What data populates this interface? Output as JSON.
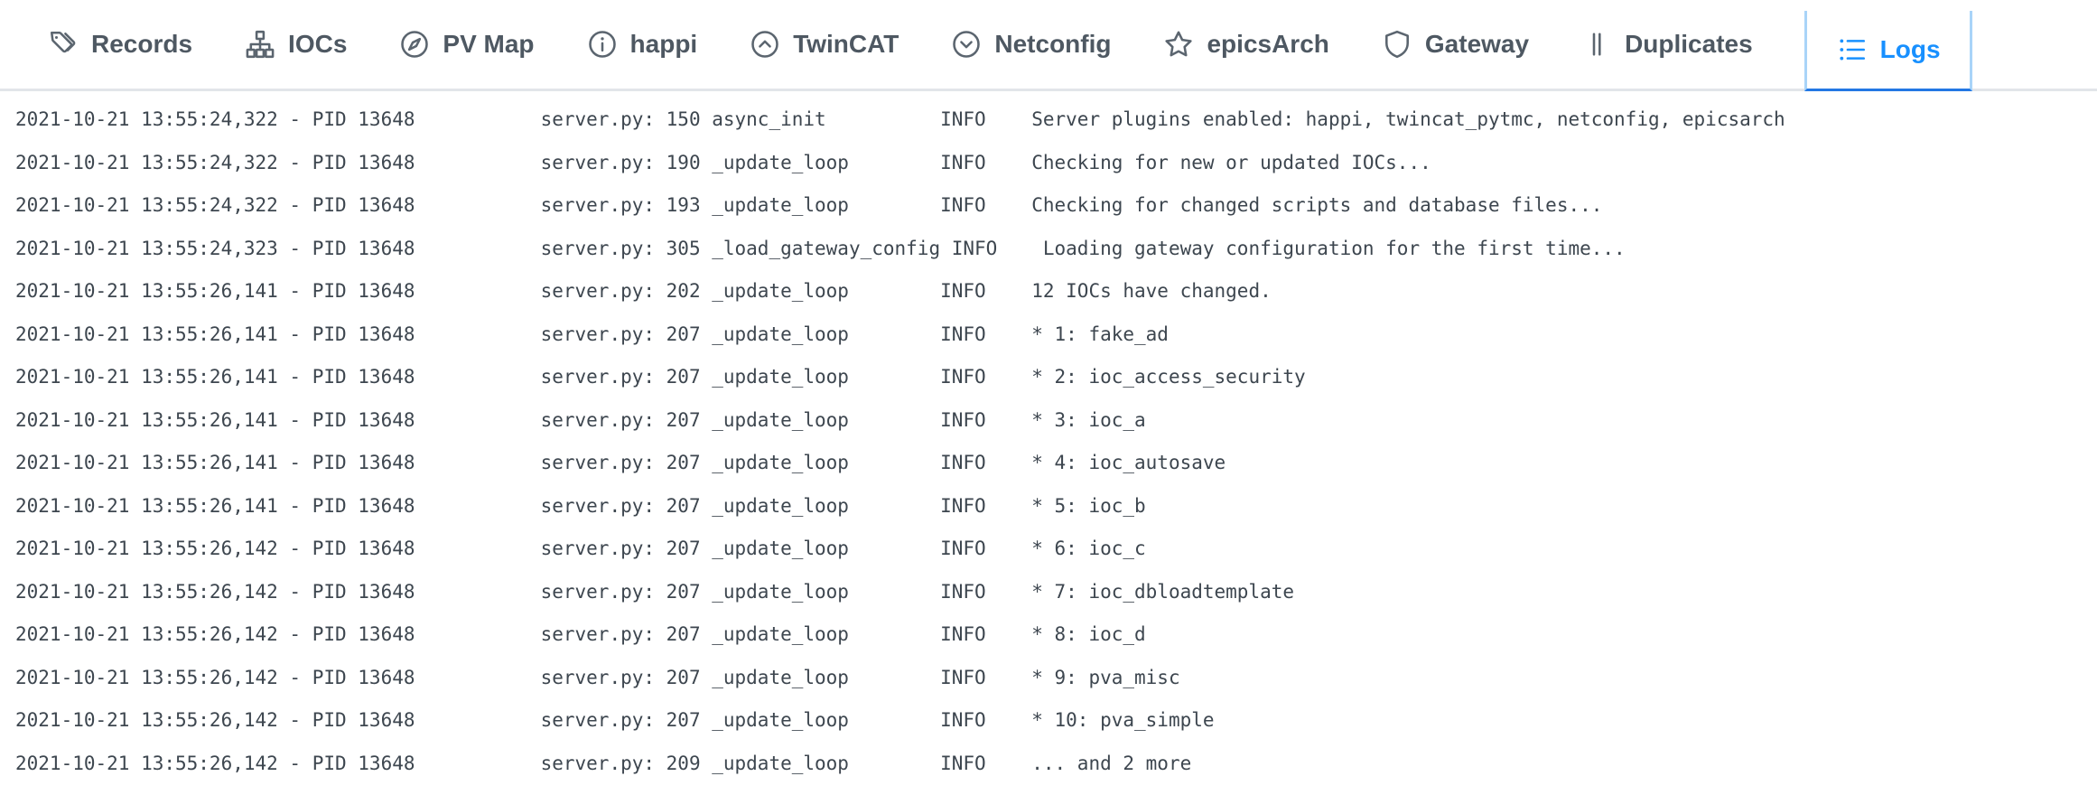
{
  "nav": {
    "items": [
      {
        "label": "Records",
        "icon": "tags-icon",
        "active": false
      },
      {
        "label": "IOCs",
        "icon": "apartment-icon",
        "active": false
      },
      {
        "label": "PV Map",
        "icon": "compass-icon",
        "active": false
      },
      {
        "label": "happi",
        "icon": "info-circle-icon",
        "active": false
      },
      {
        "label": "TwinCAT",
        "icon": "up-circle-icon",
        "active": false
      },
      {
        "label": "Netconfig",
        "icon": "down-circle-icon",
        "active": false
      },
      {
        "label": "epicsArch",
        "icon": "star-icon",
        "active": false
      },
      {
        "label": "Gateway",
        "icon": "shield-icon",
        "active": false
      },
      {
        "label": "Duplicates",
        "icon": "pause-icon",
        "active": false
      },
      {
        "label": "Logs",
        "icon": "list-icon",
        "active": true
      }
    ],
    "colors": {
      "inactive_text": "#4e5862",
      "active_text": "#1890ff",
      "active_tab_side_border": "#a9d4f8",
      "active_tab_bottom_border": "#2478e4",
      "bar_bottom_border": "#e2e5e9"
    }
  },
  "log": {
    "columns": {
      "prefix_width": 46,
      "source_field_width": 35,
      "level_field_width": 8
    },
    "entries": [
      {
        "timestamp": "2021-10-21 13:55:24,322",
        "pid": "13648",
        "source": "server.py: 150 async_init",
        "level": "INFO",
        "message": "Server plugins enabled: happi, twincat_pytmc, netconfig, epicsarch"
      },
      {
        "timestamp": "2021-10-21 13:55:24,322",
        "pid": "13648",
        "source": "server.py: 190 _update_loop",
        "level": "INFO",
        "message": "Checking for new or updated IOCs..."
      },
      {
        "timestamp": "2021-10-21 13:55:24,322",
        "pid": "13648",
        "source": "server.py: 193 _update_loop",
        "level": "INFO",
        "message": "Checking for changed scripts and database files..."
      },
      {
        "timestamp": "2021-10-21 13:55:24,323",
        "pid": "13648",
        "source": "server.py: 305 _load_gateway_config",
        "level": "INFO",
        "message": "Loading gateway configuration for the first time..."
      },
      {
        "timestamp": "2021-10-21 13:55:26,141",
        "pid": "13648",
        "source": "server.py: 202 _update_loop",
        "level": "INFO",
        "message": "12 IOCs have changed."
      },
      {
        "timestamp": "2021-10-21 13:55:26,141",
        "pid": "13648",
        "source": "server.py: 207 _update_loop",
        "level": "INFO",
        "message": "* 1: fake_ad"
      },
      {
        "timestamp": "2021-10-21 13:55:26,141",
        "pid": "13648",
        "source": "server.py: 207 _update_loop",
        "level": "INFO",
        "message": "* 2: ioc_access_security"
      },
      {
        "timestamp": "2021-10-21 13:55:26,141",
        "pid": "13648",
        "source": "server.py: 207 _update_loop",
        "level": "INFO",
        "message": "* 3: ioc_a"
      },
      {
        "timestamp": "2021-10-21 13:55:26,141",
        "pid": "13648",
        "source": "server.py: 207 _update_loop",
        "level": "INFO",
        "message": "* 4: ioc_autosave"
      },
      {
        "timestamp": "2021-10-21 13:55:26,141",
        "pid": "13648",
        "source": "server.py: 207 _update_loop",
        "level": "INFO",
        "message": "* 5: ioc_b"
      },
      {
        "timestamp": "2021-10-21 13:55:26,142",
        "pid": "13648",
        "source": "server.py: 207 _update_loop",
        "level": "INFO",
        "message": "* 6: ioc_c"
      },
      {
        "timestamp": "2021-10-21 13:55:26,142",
        "pid": "13648",
        "source": "server.py: 207 _update_loop",
        "level": "INFO",
        "message": "* 7: ioc_dbloadtemplate"
      },
      {
        "timestamp": "2021-10-21 13:55:26,142",
        "pid": "13648",
        "source": "server.py: 207 _update_loop",
        "level": "INFO",
        "message": "* 8: ioc_d"
      },
      {
        "timestamp": "2021-10-21 13:55:26,142",
        "pid": "13648",
        "source": "server.py: 207 _update_loop",
        "level": "INFO",
        "message": "* 9: pva_misc"
      },
      {
        "timestamp": "2021-10-21 13:55:26,142",
        "pid": "13648",
        "source": "server.py: 207 _update_loop",
        "level": "INFO",
        "message": "* 10: pva_simple"
      },
      {
        "timestamp": "2021-10-21 13:55:26,142",
        "pid": "13648",
        "source": "server.py: 209 _update_loop",
        "level": "INFO",
        "message": "... and 2 more"
      }
    ]
  }
}
